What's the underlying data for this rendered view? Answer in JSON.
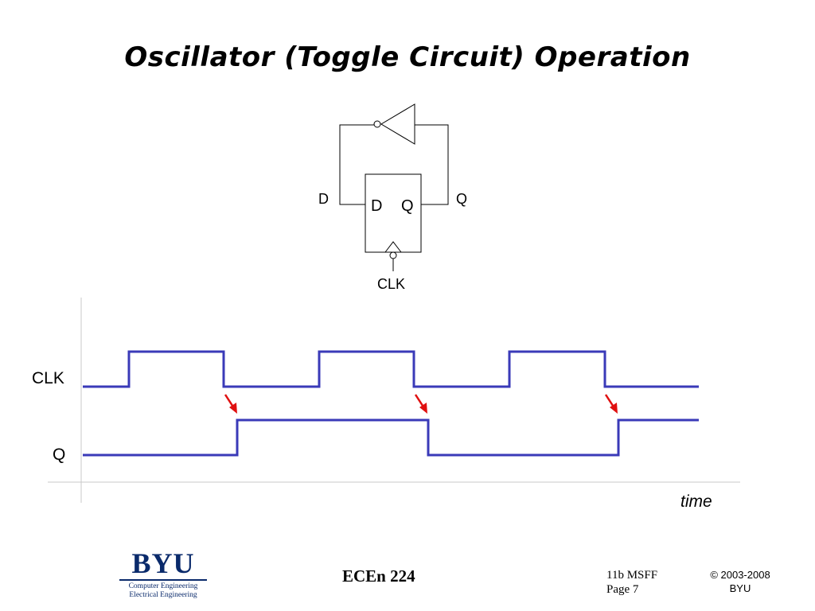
{
  "slide": {
    "title": "Oscillator (Toggle Circuit) Operation"
  },
  "circuit": {
    "d_pin_label": "D",
    "q_pin_label": "Q",
    "ff_d_label": "D",
    "ff_q_label": "Q",
    "clk_label": "CLK"
  },
  "timing": {
    "clk_label": "CLK",
    "q_label": "Q",
    "time_label": "time",
    "wave_color": "#3a3ab8",
    "arrow_color": "#e01010"
  },
  "footer": {
    "logo_word": "BYU",
    "logo_line1": "Computer Engineering",
    "logo_line2": "Electrical Engineering",
    "course": "ECEn 224",
    "lecture": "11b MSFF",
    "page": "Page 7",
    "copyright": "© 2003-2008",
    "copyright_org": "BYU"
  }
}
